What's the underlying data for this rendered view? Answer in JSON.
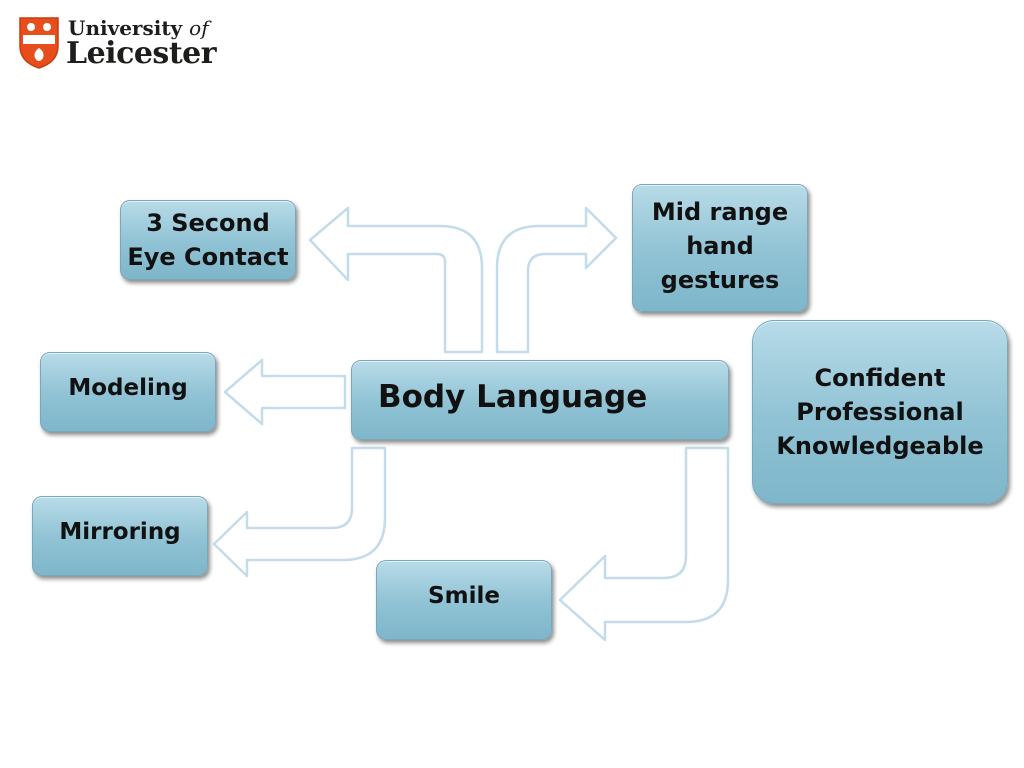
{
  "logo": {
    "line1_main": "University",
    "line1_of": "of",
    "line2": "Leicester"
  },
  "diagram": {
    "center": "Body Language",
    "nodes": {
      "eye_contact": "3 Second\nEye Contact",
      "hand_gestures": "Mid range\nhand\ngestures",
      "modeling": "Modeling",
      "mirroring": "Mirroring",
      "smile": "Smile",
      "qualities": "Confident\nProfessional\nKnowledgeable"
    }
  },
  "colors": {
    "box_fill": "#8fc2d4",
    "box_border": "#7ba7b8",
    "arrow_stroke": "#c2dcea"
  }
}
